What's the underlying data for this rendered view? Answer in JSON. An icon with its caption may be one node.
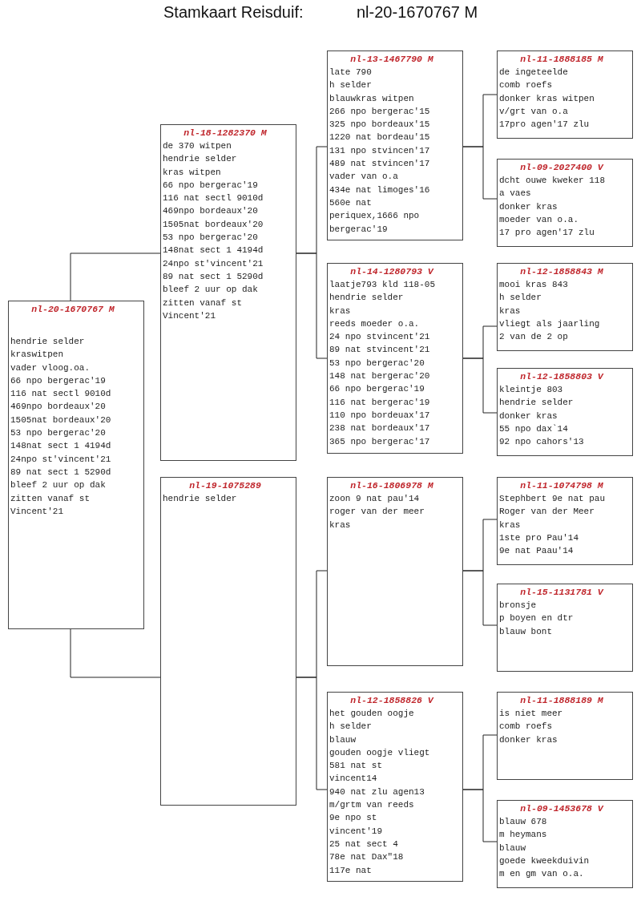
{
  "diagram": {
    "title": "Stamkaart Reisduif:",
    "labels": [
      "nl-20-1670767 M"
    ],
    "nodes": [
      {
        "text": [
          "nl-20-1670767 M",
          "hendrie selder",
          "kraswitpen",
          "vader vloog.oa.",
          "66 npo bergerac'19",
          "116 nat sectl 9010d",
          "469npo bordeaux'20",
          "1505nat bordeaux'20",
          "53 npo bergerac'20",
          "148nat sect 1 4194d",
          "24npo st'vincent'21",
          "89 nat sect 1 5290d",
          "bleef 2 uur op dak",
          "zitten vanaf st",
          "Vincent'21"
        ]
      },
      {
        "text": [
          "nl-18-1282370 M",
          "de 370 witpen",
          "hendrie selder",
          "kras witpen",
          "66 npo bergerac'19",
          "116 nat sectl 9010d",
          "469npo bordeaux'20",
          "1505nat bordeaux'20",
          "53 npo bergerac'20",
          "148nat sect 1 4194d",
          "24npo st'vincent'21",
          "89 nat sect 1 5290d",
          "bleef 2 uur op dak",
          "zitten vanaf st",
          "Vincent'21"
        ]
      },
      {
        "text": [
          "nl-19-1075289",
          "hendrie selder"
        ]
      },
      {
        "text": [
          "nl-13-1467790 M",
          "late 790",
          "h selder",
          "blauwkras witpen",
          "266 npo bergerac'15",
          "325 npo bordeaux'15",
          "1220 nat bordeau'15",
          "131 npo stvincen'17",
          "489 nat stvincen'17",
          "vader van o.a",
          "434e nat limoges'16",
          "560e nat",
          "periquex,1666 npo",
          "bergerac'19"
        ]
      },
      {
        "text": [
          "nl-14-1280793 V",
          "laatje793 kld 118-05",
          "hendrie selder",
          "kras",
          "reeds moeder o.a.",
          "24 npo stvincent'21",
          "89 nat stvincent'21",
          "53 npo bergerac'20",
          "148 nat bergerac'20",
          "66 npo bergerac'19",
          "116 nat bergerac'19",
          "110 npo bordeuax'17",
          "238 nat bordeaux'17",
          "365 npo bergerac'17"
        ]
      },
      {
        "text": [
          "nl-16-1806978 M",
          "zoon 9 nat pau'14",
          "roger van der meer",
          "kras"
        ]
      },
      {
        "text": [
          "nl-12-1858826 V",
          "het gouden oogje",
          "h selder",
          "blauw",
          "gouden oogje vliegt",
          "581 nat st",
          "vincent14",
          "940 nat zlu agen13",
          "m/grtm van reeds",
          "9e npo st",
          "vincent'19",
          "25 nat sect 4",
          "78e nat Dax\"18",
          "117e nat"
        ]
      },
      {
        "text": [
          "nl-11-1888185 M",
          "de ingeteelde",
          "comb roefs",
          "donker kras witpen",
          "v/grt van o.a",
          "17pro agen'17 zlu"
        ]
      },
      {
        "text": [
          "nl-09-2027400 V",
          "dcht ouwe kweker 118",
          "a vaes",
          "donker kras",
          "moeder van o.a.",
          "17 pro agen'17 zlu"
        ]
      },
      {
        "text": [
          "nl-12-1858843 M",
          "mooi kras 843",
          "h selder",
          "kras",
          "vliegt als jaarling",
          "2 van de 2 op"
        ]
      },
      {
        "text": [
          "nl-12-1858803 V",
          "kleintje 803",
          "hendrie selder",
          "donker kras",
          "55 npo dax`14",
          "92 npo cahors'13"
        ]
      },
      {
        "text": [
          "nl-11-1074798 M",
          "Stephbert 9e nat pau",
          "Roger van der Meer",
          "kras",
          "1ste pro Pau'14",
          "9e nat Paau'14"
        ]
      },
      {
        "text": [
          "nl-15-1131781 V",
          "bronsje",
          "p boyen en dtr",
          "blauw bont"
        ]
      },
      {
        "text": [
          "nl-11-1888189 M",
          "is niet meer",
          "comb roefs",
          "donker kras"
        ]
      },
      {
        "text": [
          "nl-09-1453678 V",
          "blauw 678",
          "m heymans",
          "blauw",
          "goede kweekduivin",
          "m en gm van o.a."
        ]
      }
    ],
    "edges": [
      {
        "from": 0,
        "to": 1,
        "arrow": "none"
      },
      {
        "from": 0,
        "to": 2,
        "arrow": "none"
      },
      {
        "from": 1,
        "to": 3,
        "arrow": "none"
      },
      {
        "from": 1,
        "to": 4,
        "arrow": "none"
      },
      {
        "from": 2,
        "to": 5,
        "arrow": "none"
      },
      {
        "from": 2,
        "to": 6,
        "arrow": "none"
      },
      {
        "from": 3,
        "to": 7,
        "arrow": "none"
      },
      {
        "from": 3,
        "to": 8,
        "arrow": "none"
      },
      {
        "from": 4,
        "to": 9,
        "arrow": "none"
      },
      {
        "from": 4,
        "to": 10,
        "arrow": "none"
      },
      {
        "from": 5,
        "to": 11,
        "arrow": "none"
      },
      {
        "from": 5,
        "to": 12,
        "arrow": "none"
      },
      {
        "from": 6,
        "to": 13,
        "arrow": "none"
      },
      {
        "from": 6,
        "to": 14,
        "arrow": "none"
      }
    ]
  }
}
